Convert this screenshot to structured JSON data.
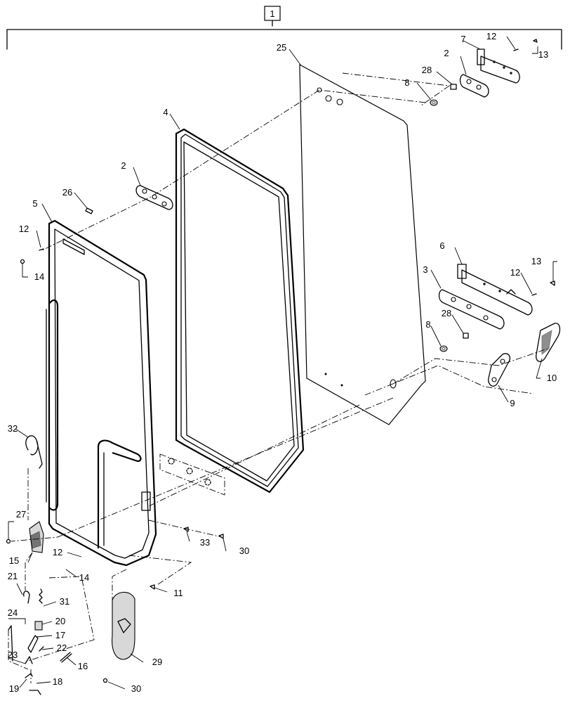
{
  "assembly_ref": "1",
  "callouts": {
    "c25": "25",
    "c7": "7",
    "c12a": "12",
    "c13a": "13",
    "c2a": "2",
    "c28a": "28",
    "c8a": "8",
    "c4": "4",
    "c2b": "2",
    "c26": "26",
    "c5": "5",
    "c12b": "12",
    "c14a": "14",
    "c6": "6",
    "c13b": "13",
    "c3": "3",
    "c12c": "12",
    "c28b": "28",
    "c8b": "8",
    "c10": "10",
    "c9": "9",
    "c32": "32",
    "c27": "27",
    "c33": "33",
    "c30a": "30",
    "c15": "15",
    "c12d": "12",
    "c14b": "14",
    "c11": "11",
    "c21": "21",
    "c31": "31",
    "c24": "24",
    "c20": "20",
    "c17": "17",
    "c22": "22",
    "c23": "23",
    "c16": "16",
    "c29": "29",
    "c19": "19",
    "c18": "18",
    "c30b": "30"
  }
}
